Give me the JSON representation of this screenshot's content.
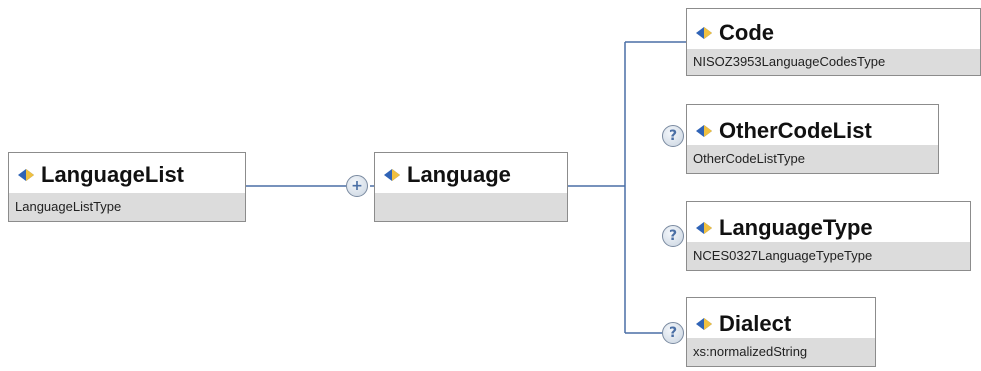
{
  "diagram": {
    "root": {
      "name": "LanguageList",
      "type": "LanguageListType"
    },
    "child": {
      "name": "Language",
      "type": "",
      "badge": "+"
    },
    "elements": [
      {
        "name": "Code",
        "type": "NISOZ3953LanguageCodesType",
        "badge": ""
      },
      {
        "name": "OtherCodeList",
        "type": "OtherCodeListType",
        "badge": "?"
      },
      {
        "name": "LanguageType",
        "type": "NCES0327LanguageTypeType",
        "badge": "?"
      },
      {
        "name": "Dialect",
        "type": "xs:normalizedString",
        "badge": "?"
      }
    ]
  },
  "colors": {
    "connector": "#4a6fa5",
    "type_band": "#dcdcdc",
    "border": "#8c8c8c"
  },
  "icons": {
    "element": "element-diamond-icon",
    "optional": "optional-badge-icon",
    "sequence": "expand-plus-icon"
  }
}
